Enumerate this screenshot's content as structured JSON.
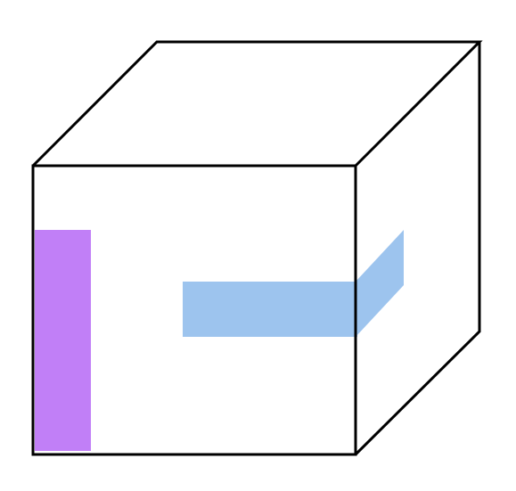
{
  "diagram": {
    "colors": {
      "background": "#ffffff",
      "cube_edge": "#000000",
      "purple_block": "#c17ff7",
      "blue_block": "#9dc4ee"
    },
    "shapes": [
      "cube",
      "purple-block",
      "blue-block"
    ]
  }
}
